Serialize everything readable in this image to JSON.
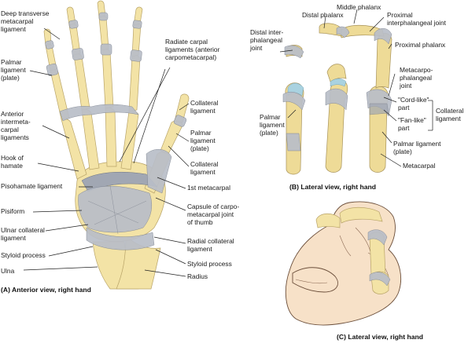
{
  "panels": {
    "a": {
      "caption": "(A) Anterior view, right hand",
      "labels": {
        "deep_transverse": [
          "Deep transverse",
          "metacarpal",
          "ligament"
        ],
        "palmar_plate_a": [
          "Palmar",
          "ligament",
          "(plate)"
        ],
        "anterior_intermeta": [
          "Anterior",
          "intermeta-",
          "carpal",
          "ligaments"
        ],
        "hook_hamate": [
          "Hook of",
          "hamate"
        ],
        "pisohamate": [
          "Pisohamate ligament"
        ],
        "pisiform": [
          "Pisiform"
        ],
        "ulnar_collateral": [
          "Ulnar collateral",
          "ligament"
        ],
        "styloid_left": [
          "Styloid process"
        ],
        "ulna": [
          "Ulna"
        ],
        "radiate_carpal": [
          "Radiate carpal",
          "ligaments (anterior",
          "carpometacarpal)"
        ],
        "collateral_1": [
          "Collateral",
          "ligament"
        ],
        "palmar_plate_thumb": [
          "Palmar",
          "ligament",
          "(plate)"
        ],
        "collateral_2": [
          "Collateral",
          "ligament"
        ],
        "first_metacarpal": [
          "1st metacarpal"
        ],
        "capsule_cmc": [
          "Capsule of carpo-",
          "metacarpal joint",
          "of thumb"
        ],
        "radial_collateral": [
          "Radial collateral",
          "ligament"
        ],
        "styloid_right": [
          "Styloid process"
        ],
        "radius": [
          "Radius"
        ]
      }
    },
    "b": {
      "caption": "(B) Lateral view, right hand",
      "labels": {
        "middle_phalanx": [
          "Middle phalanx"
        ],
        "distal_phalanx": [
          "Distal phalanx"
        ],
        "proximal_ip_joint": [
          "Proximal",
          "interphalangeal joint"
        ],
        "distal_ip_joint": [
          "Distal inter-",
          "phalangeal",
          "joint"
        ],
        "proximal_phalanx": [
          "Proximal phalanx"
        ],
        "mcp_joint": [
          "Metacarpo-",
          "phalangeal",
          "joint"
        ],
        "cord_like": [
          "\"Cord-like\"",
          "part"
        ],
        "fan_like": [
          "\"Fan-like\"",
          "part"
        ],
        "collateral_b": [
          "Collateral",
          "ligament"
        ],
        "palmar_plate_b_left": [
          "Palmar",
          "ligament",
          "(plate)"
        ],
        "palmar_plate_b_right": [
          "Palmar ligament",
          "(plate)"
        ],
        "metacarpal": [
          "Metacarpal"
        ]
      }
    },
    "c": {
      "caption": "(C) Lateral view, right hand"
    }
  },
  "colors": {
    "bone": "#f3e3a6",
    "ligament": "#b9bec8",
    "cartilage": "#a9d2e0",
    "skin": "#f7e1c8"
  }
}
